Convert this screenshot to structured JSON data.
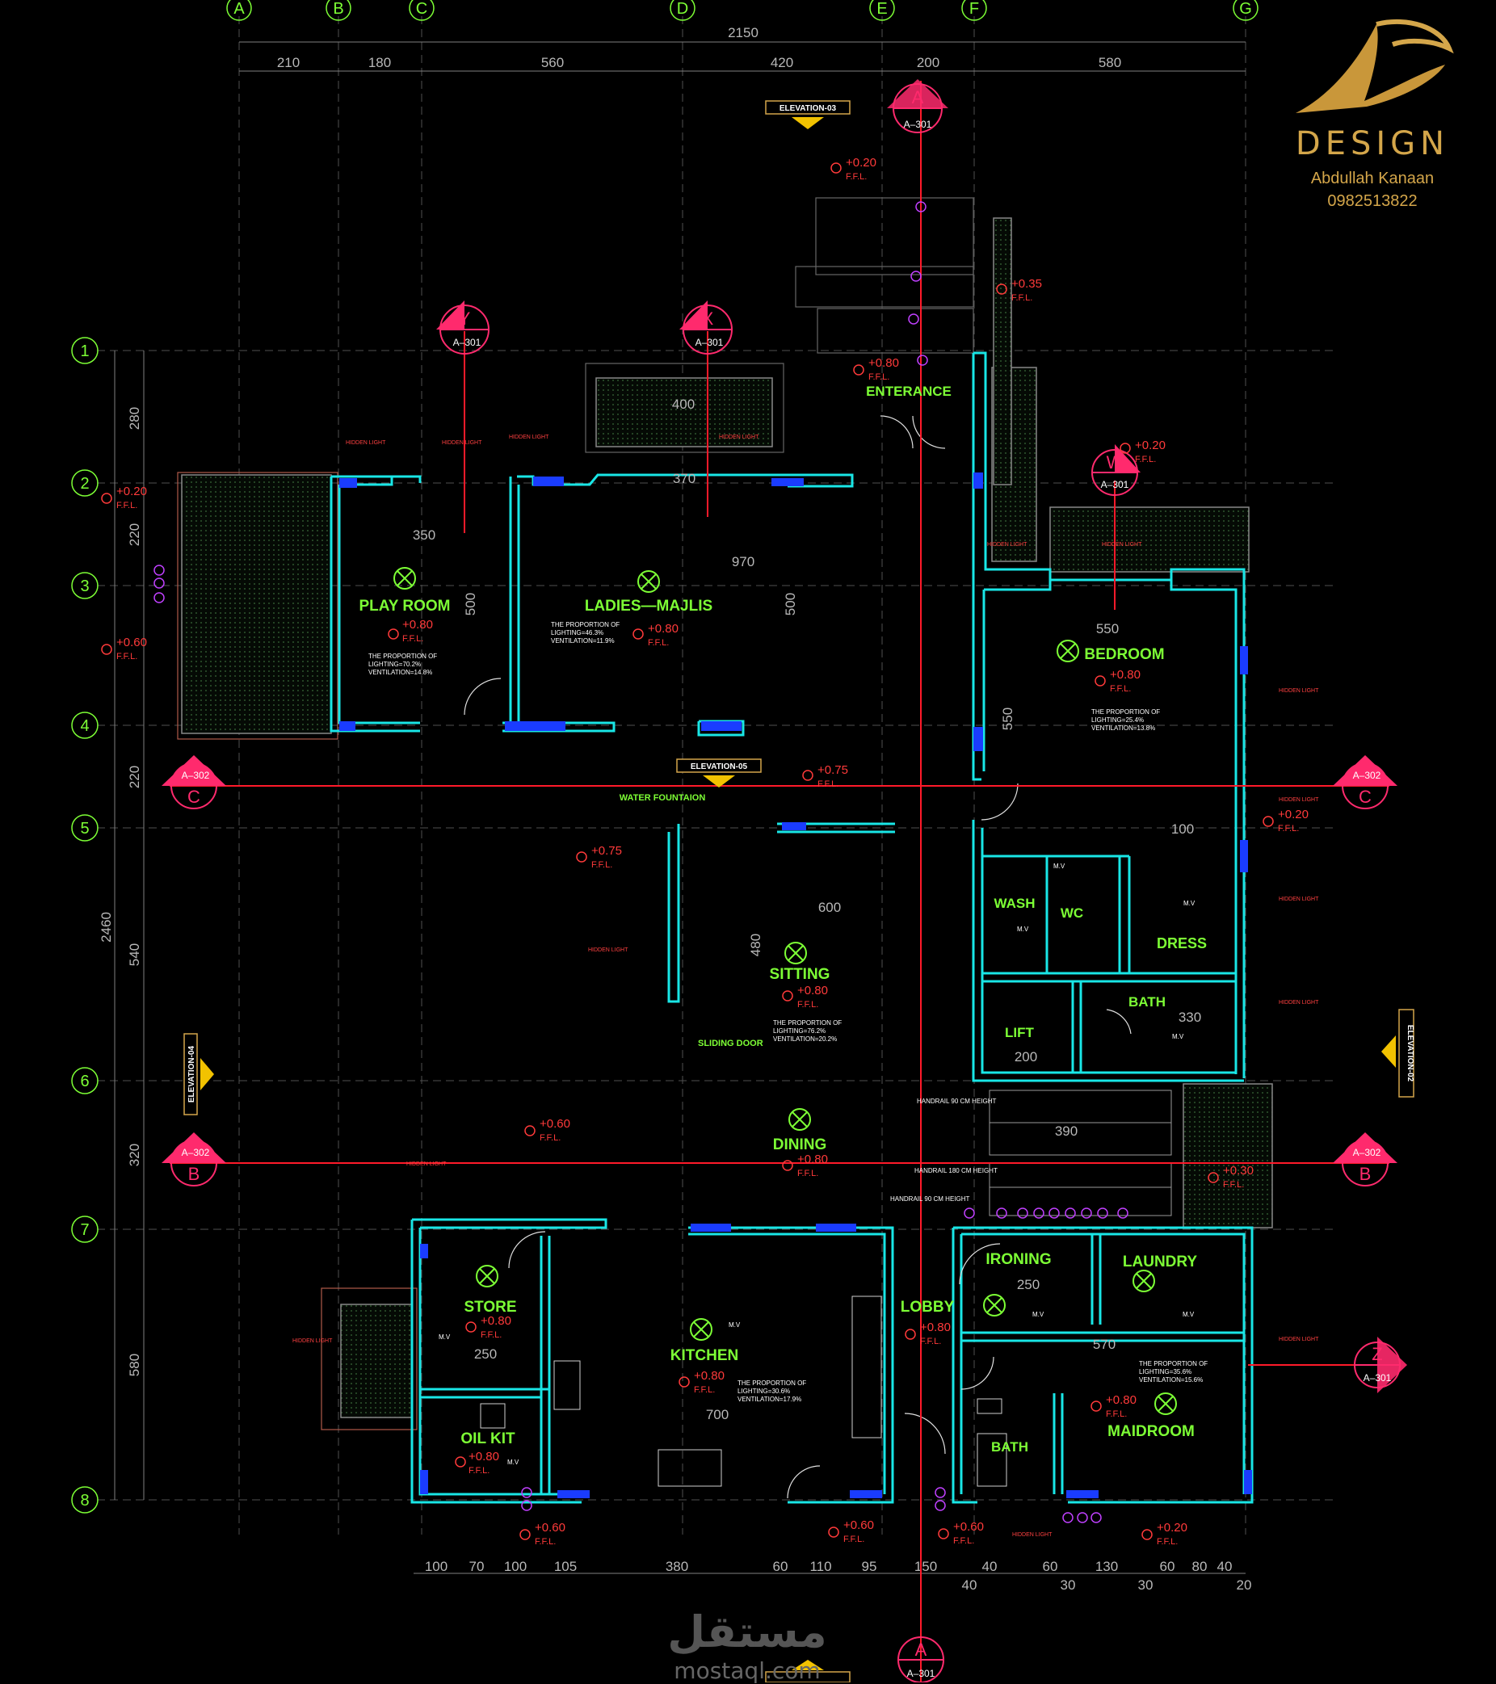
{
  "logo": {
    "brand": "DESIGN",
    "owner": "Abdullah Kanaan",
    "phone": "0982513822"
  },
  "watermark": {
    "arabic": "مستقل",
    "url": "mostaql.com"
  },
  "grid": {
    "cols": [
      "A",
      "B",
      "C",
      "D",
      "E",
      "F",
      "G"
    ],
    "rows": [
      "1",
      "2",
      "3",
      "4",
      "5",
      "6",
      "7",
      "8"
    ]
  },
  "dims_top_total": "2150",
  "dims_top": [
    "210",
    "180",
    "560",
    "420",
    "200",
    "580"
  ],
  "dims_left_total": "2460",
  "dims_left": [
    "280",
    "220",
    "220",
    "540",
    "320",
    "580"
  ],
  "dims_bottom": [
    "100",
    "70",
    "100",
    "105",
    "380",
    "60",
    "110",
    "95",
    "150",
    "40",
    "40",
    "60",
    "130",
    "60",
    "80",
    "40",
    "20",
    "30",
    "30"
  ],
  "rooms": {
    "play_room": "PLAY ROOM",
    "ladies_majlis": "LADIES—MAJLIS",
    "bedroom": "BEDROOM",
    "entrance": "ENTERANCE",
    "water_fountain": "WATER FOUNTAION",
    "sitting": "SITTING",
    "dining": "DINING",
    "wash": "WASH",
    "wc": "WC",
    "dress": "DRESS",
    "bath": "BATH",
    "lift": "LIFT",
    "store": "STORE",
    "kitchen": "KITCHEN",
    "oil_kit": "OIL KIT",
    "lobby": "LOBBY",
    "ironing": "IRONING",
    "laundry": "LAUNDRY",
    "bath2": "BATH",
    "maidroom": "MAIDROOM"
  },
  "levels": {
    "l080": "+0.80",
    "l020": "+0.20",
    "l035": "+0.35",
    "l060": "+0.60",
    "l075": "+0.75",
    "l030": "+0.30",
    "ffl": "F.F.L."
  },
  "notes": {
    "play": [
      "THE PROPORTION OF",
      "LIGHTING=70.2%",
      "VENTILATION=14.8%"
    ],
    "majlis": [
      "THE PROPORTION OF",
      "LIGHTING=46.3%",
      "VENTILATION=11.9%"
    ],
    "bedroom": [
      "THE PROPORTION OF",
      "LIGHTING=25.4%",
      "VENTILATION=13.8%"
    ],
    "sitting": [
      "THE PROPORTION OF",
      "LIGHTING=76.2%",
      "VENTILATION=20.2%"
    ],
    "kitchen": [
      "THE PROPORTION OF",
      "LIGHTING=30.6%",
      "VENTILATION=17.9%"
    ],
    "maid": [
      "THE PROPORTION OF",
      "LIGHTING=35.6%",
      "VENTILATION=15.6%"
    ],
    "hidden_light": "HIDDEN LIGHT",
    "sliding_door": "SLIDING DOOR",
    "handrail_90": "HANDRAIL 90 CM HEIGHT",
    "handrail_180": "HANDRAIL 180 CM HEIGHT",
    "mv": "M.V"
  },
  "interior_dims": {
    "d350": "350",
    "d970": "970",
    "d500": "500",
    "d370": "370",
    "d400": "400",
    "d550": "550",
    "d600": "600",
    "d480": "480",
    "d700": "700",
    "d250": "250",
    "d570": "570",
    "d390": "390",
    "d100": "100",
    "d200": "200",
    "d330": "330"
  },
  "sections": {
    "A": {
      "letter": "A",
      "ref": "A–301"
    },
    "X": {
      "letter": "X",
      "ref": "A–301"
    },
    "Y": {
      "letter": "Y",
      "ref": "A–301"
    },
    "W": {
      "letter": "W",
      "ref": "A–301"
    },
    "Z": {
      "letter": "Z",
      "ref": "A–301"
    },
    "C": {
      "letter": "C",
      "ref": "A–302"
    },
    "B": {
      "letter": "B",
      "ref": "A–302"
    }
  },
  "elevations": {
    "e03": "ELEVATION-03",
    "e05": "ELEVATION-05",
    "e04": "ELEVATION-04",
    "e02": "ELEVATION-02"
  },
  "colors": {
    "background": "#000000",
    "wall": "#19e6e6",
    "room_label": "#7dff35",
    "level": "#ff3a3a",
    "section_line": "#ff1a2a",
    "section_marker": "#ff2a6d",
    "window": "#1a3cff",
    "dimension": "#b8b8b8",
    "logo": "#d4a64a"
  }
}
